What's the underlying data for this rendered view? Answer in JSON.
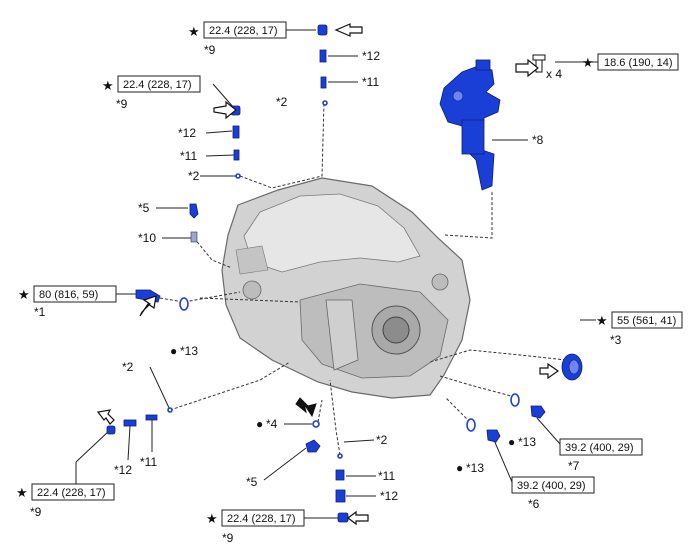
{
  "torque": {
    "t1": "22.4 (228, 17)",
    "t2": "22.4 (228, 17)",
    "t3": "18.6 (190, 14)",
    "t4": "80 (816, 59)",
    "t5": "55 (561, 41)",
    "t6": "39.2 (400, 29)",
    "t7": "39.2 (400, 29)",
    "t8": "22.4 (228, 17)",
    "t9": "22.4 (228, 17)"
  },
  "labels": {
    "n9a": "*9",
    "n9b": "*9",
    "n9c": "*9",
    "n9d": "*9",
    "n12a": "*12",
    "n12b": "*12",
    "n12c": "*12",
    "n12d": "*12",
    "n11a": "*11",
    "n11b": "*11",
    "n11c": "*11",
    "n11d": "*11",
    "n2a": "*2",
    "n2b": "*2",
    "n2c": "*2",
    "n2d": "*2",
    "n5a": "*5",
    "n5b": "*5",
    "n10": "*10",
    "n1": "*1",
    "n13a": "*13",
    "n13b": "*13",
    "n13c": "*13",
    "n4": "*4",
    "n3": "*3",
    "n6": "*6",
    "n7": "*7",
    "n8": "*8",
    "x4": "x 4"
  },
  "star_glyph": "★",
  "dot_glyph": "●",
  "colors": {
    "part_blue": "#1a3fd6",
    "housing_gray": "#c9c9c9"
  }
}
